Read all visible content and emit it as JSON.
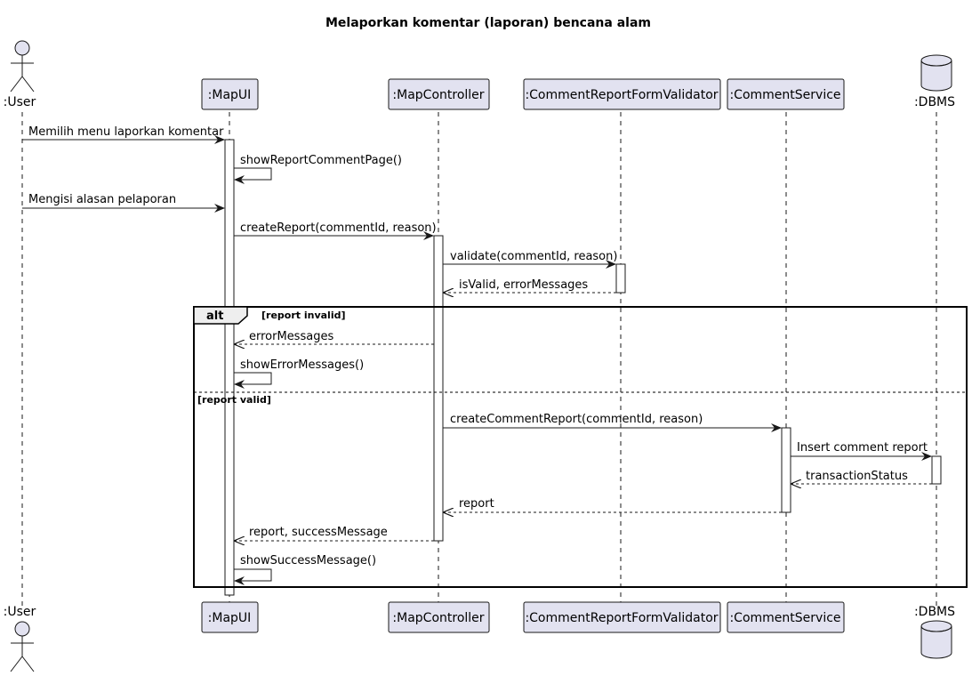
{
  "title": "Melaporkan komentar (laporan) bencana alam",
  "participants": [
    {
      "id": "user",
      "label": ":User",
      "kind": "actor"
    },
    {
      "id": "mapui",
      "label": ":MapUI",
      "kind": "participant"
    },
    {
      "id": "mapctrl",
      "label": ":MapController",
      "kind": "participant"
    },
    {
      "id": "validator",
      "label": ":CommentReportFormValidator",
      "kind": "participant"
    },
    {
      "id": "service",
      "label": ":CommentService",
      "kind": "participant"
    },
    {
      "id": "dbms",
      "label": ":DBMS",
      "kind": "database"
    }
  ],
  "messages": [
    {
      "from": "user",
      "to": "mapui",
      "text": "Memilih menu laporkan komentar",
      "style": "sync"
    },
    {
      "from": "mapui",
      "to": "mapui",
      "text": "showReportCommentPage()",
      "style": "self"
    },
    {
      "from": "user",
      "to": "mapui",
      "text": "Mengisi alasan pelaporan",
      "style": "sync"
    },
    {
      "from": "mapui",
      "to": "mapctrl",
      "text": "createReport(commentId, reason)",
      "style": "sync"
    },
    {
      "from": "mapctrl",
      "to": "validator",
      "text": "validate(commentId, reason)",
      "style": "sync"
    },
    {
      "from": "validator",
      "to": "mapctrl",
      "text": "isValid, errorMessages",
      "style": "return"
    },
    {
      "from": "mapctrl",
      "to": "mapui",
      "text": "errorMessages",
      "style": "return"
    },
    {
      "from": "mapui",
      "to": "mapui",
      "text": "showErrorMessages()",
      "style": "self"
    },
    {
      "from": "mapctrl",
      "to": "service",
      "text": "createCommentReport(commentId, reason)",
      "style": "sync"
    },
    {
      "from": "service",
      "to": "dbms",
      "text": "Insert comment report",
      "style": "sync"
    },
    {
      "from": "dbms",
      "to": "service",
      "text": "transactionStatus",
      "style": "return"
    },
    {
      "from": "service",
      "to": "mapctrl",
      "text": "report",
      "style": "return"
    },
    {
      "from": "mapctrl",
      "to": "mapui",
      "text": "report, successMessage",
      "style": "return"
    },
    {
      "from": "mapui",
      "to": "mapui",
      "text": "showSuccessMessage()",
      "style": "self"
    }
  ],
  "fragment": {
    "keyword": "alt",
    "guard1": "[report invalid]",
    "guard2": "[report valid]"
  },
  "colors": {
    "participant_fill": "#e2e2f0",
    "participant_stroke": "#181818",
    "lifeline": "#181818",
    "activation_fill": "#ffffff"
  }
}
